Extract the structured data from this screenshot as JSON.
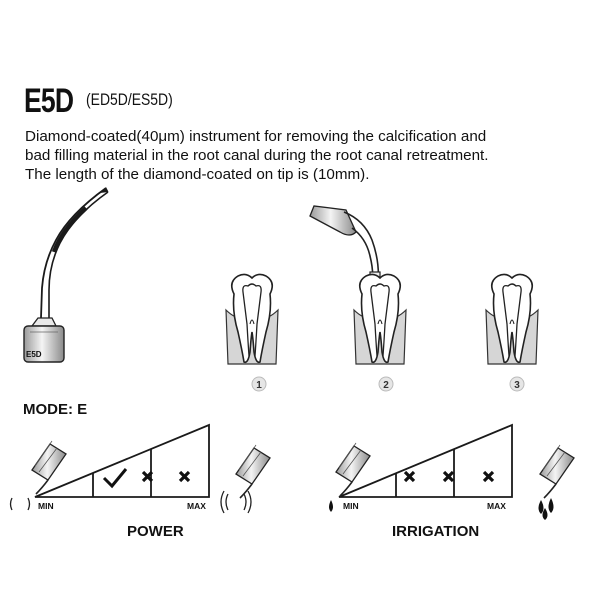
{
  "title": {
    "main": "E5D",
    "sub": "(ED5D/ES5D)"
  },
  "description": {
    "lines": [
      "Diamond-coated(40μm) instrument for removing the calcification and",
      "bad filling material in the root canal during the root canal retreatment.",
      "The length of the diamond-coated on tip is (10mm)."
    ]
  },
  "tip_label": "E5D",
  "steps": [
    "1",
    "2",
    "3"
  ],
  "mode": "MODE: E",
  "power": {
    "caption": "POWER",
    "min": "MIN",
    "max": "MAX",
    "levels": [
      "check",
      "cross",
      "cross"
    ]
  },
  "irrigation": {
    "caption": "IRRIGATION",
    "min": "MIN",
    "max": "MAX",
    "levels": [
      "cross",
      "cross",
      "cross"
    ]
  },
  "colors": {
    "ink": "#1a1a1a",
    "gum": "#d8d8d8",
    "badge": "#e6e6e6"
  }
}
